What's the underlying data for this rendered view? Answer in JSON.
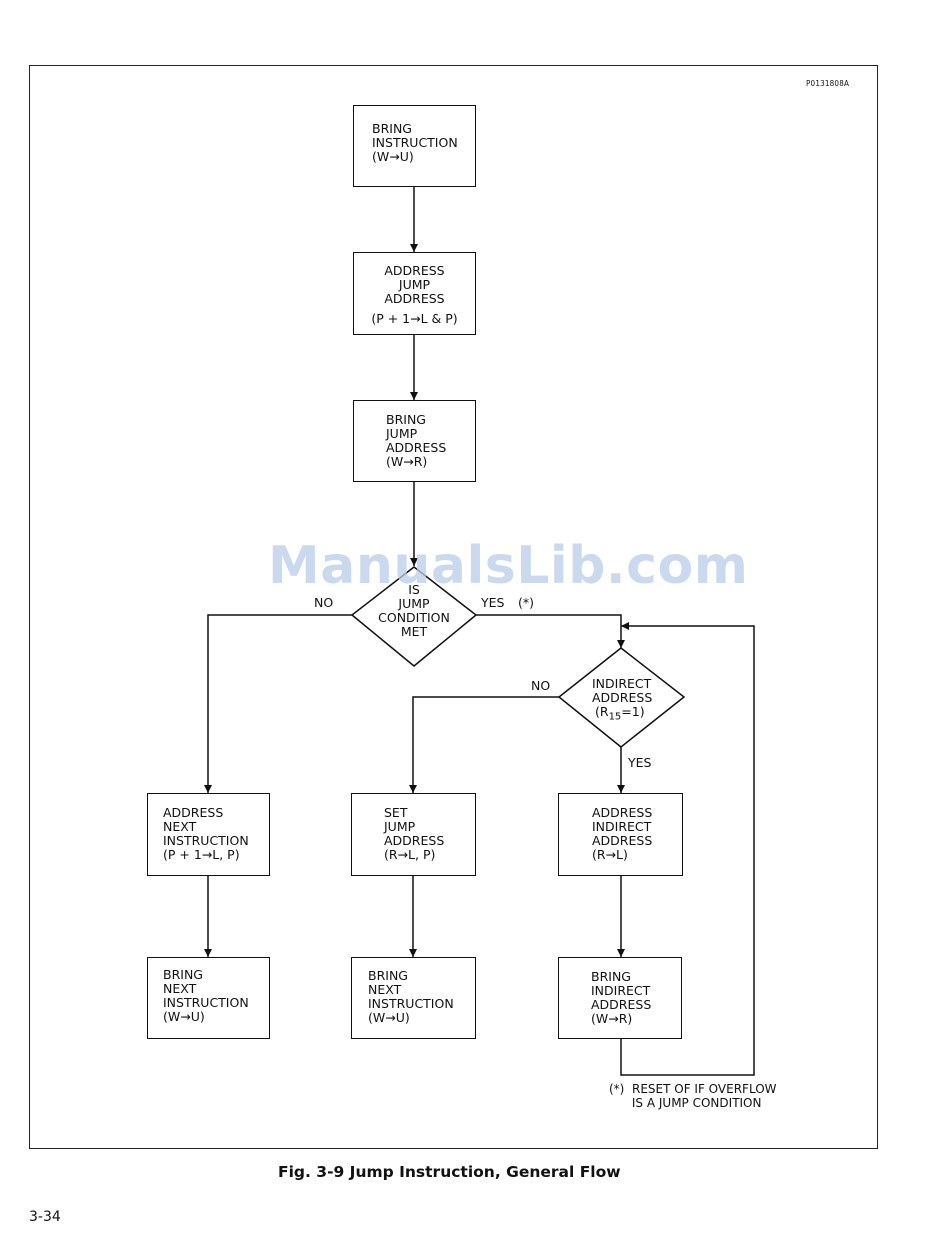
{
  "drawing_code": "P0131808A",
  "watermark": "ManualsLib.com",
  "nodes": {
    "bring_instruction": "BRING\nINSTRUCTION\n(W→U)",
    "address_jump_address_1": "ADDRESS\nJUMP\nADDRESS",
    "address_jump_address_2": "(P + 1→L & P)",
    "bring_jump_address": "BRING\nJUMP\nADDRESS\n(W→R)",
    "jump_condition_decision": "IS\nJUMP\nCONDITION\nMET",
    "indirect_decision": "INDIRECT\nADDRESS",
    "indirect_decision_sub": "(R",
    "indirect_decision_subscript": "15",
    "indirect_decision_tail": "=1)",
    "address_next_instruction": "ADDRESS\nNEXT\nINSTRUCTION\n(P + 1→L, P)",
    "set_jump_address": "SET\nJUMP\nADDRESS\n(R→L, P)",
    "address_indirect_address": "ADDRESS\nINDIRECT\nADDRESS\n(R→L)",
    "bring_next_instruction_left": "BRING\nNEXT\nINSTRUCTION\n(W→U)",
    "bring_next_instruction_mid": "BRING\nNEXT\nINSTRUCTION\n(W→U)",
    "bring_indirect_address": "BRING\nINDIRECT\nADDRESS\n(W→R)"
  },
  "edge_labels": {
    "no_1": "NO",
    "yes_1": "YES",
    "yes_1_mark": "(*)",
    "no_2": "NO",
    "yes_2": "YES"
  },
  "footnote": "(*)  RESET OF IF OVERFLOW\n      IS A JUMP CONDITION",
  "caption": "Fig. 3-9   Jump Instruction, General Flow",
  "page_number": "3-34"
}
